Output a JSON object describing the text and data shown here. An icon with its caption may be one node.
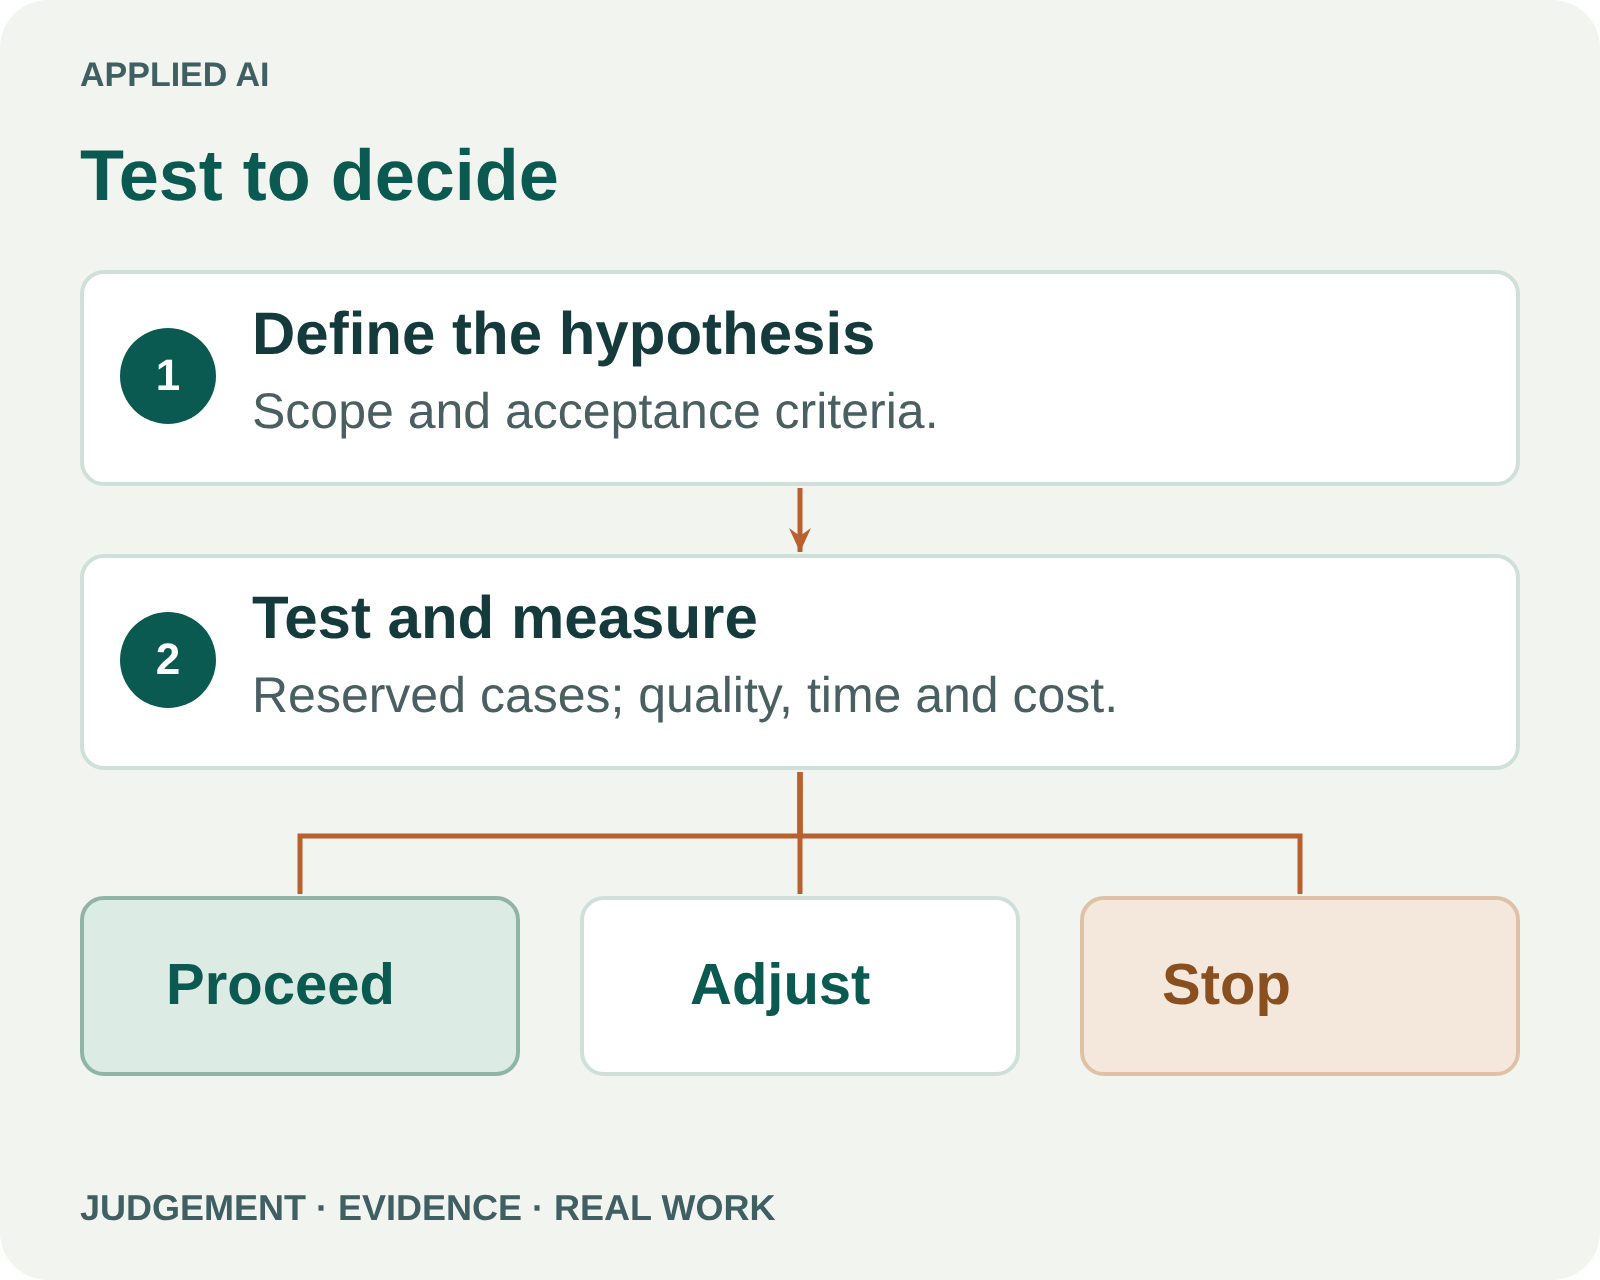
{
  "diagram": {
    "title": "Test to decide",
    "nodes": [
      {
        "text": [
          "Define the hypothesis",
          "Scope and acceptance criteria."
        ]
      },
      {
        "text": [
          "1"
        ],
        "in": 0
      },
      {
        "text": [
          "Test and measure",
          "Reserved cases; quality, time and cost."
        ]
      },
      {
        "text": [
          "2"
        ],
        "in": 2
      },
      {
        "text": [
          "Proceed"
        ]
      },
      {
        "text": [
          "Adjust"
        ]
      },
      {
        "text": [
          "Stop"
        ]
      }
    ],
    "edges": [
      {
        "from": 0,
        "to": 2,
        "arrow": "to"
      },
      {
        "from": 2,
        "to": 4,
        "arrow": "none"
      },
      {
        "from": 2,
        "to": 5,
        "arrow": "none"
      },
      {
        "from": 2,
        "to": 6,
        "arrow": "none"
      }
    ],
    "labels": [
      "APPLIED AI",
      "JUDGEMENT · EVIDENCE · REAL WORK"
    ]
  }
}
